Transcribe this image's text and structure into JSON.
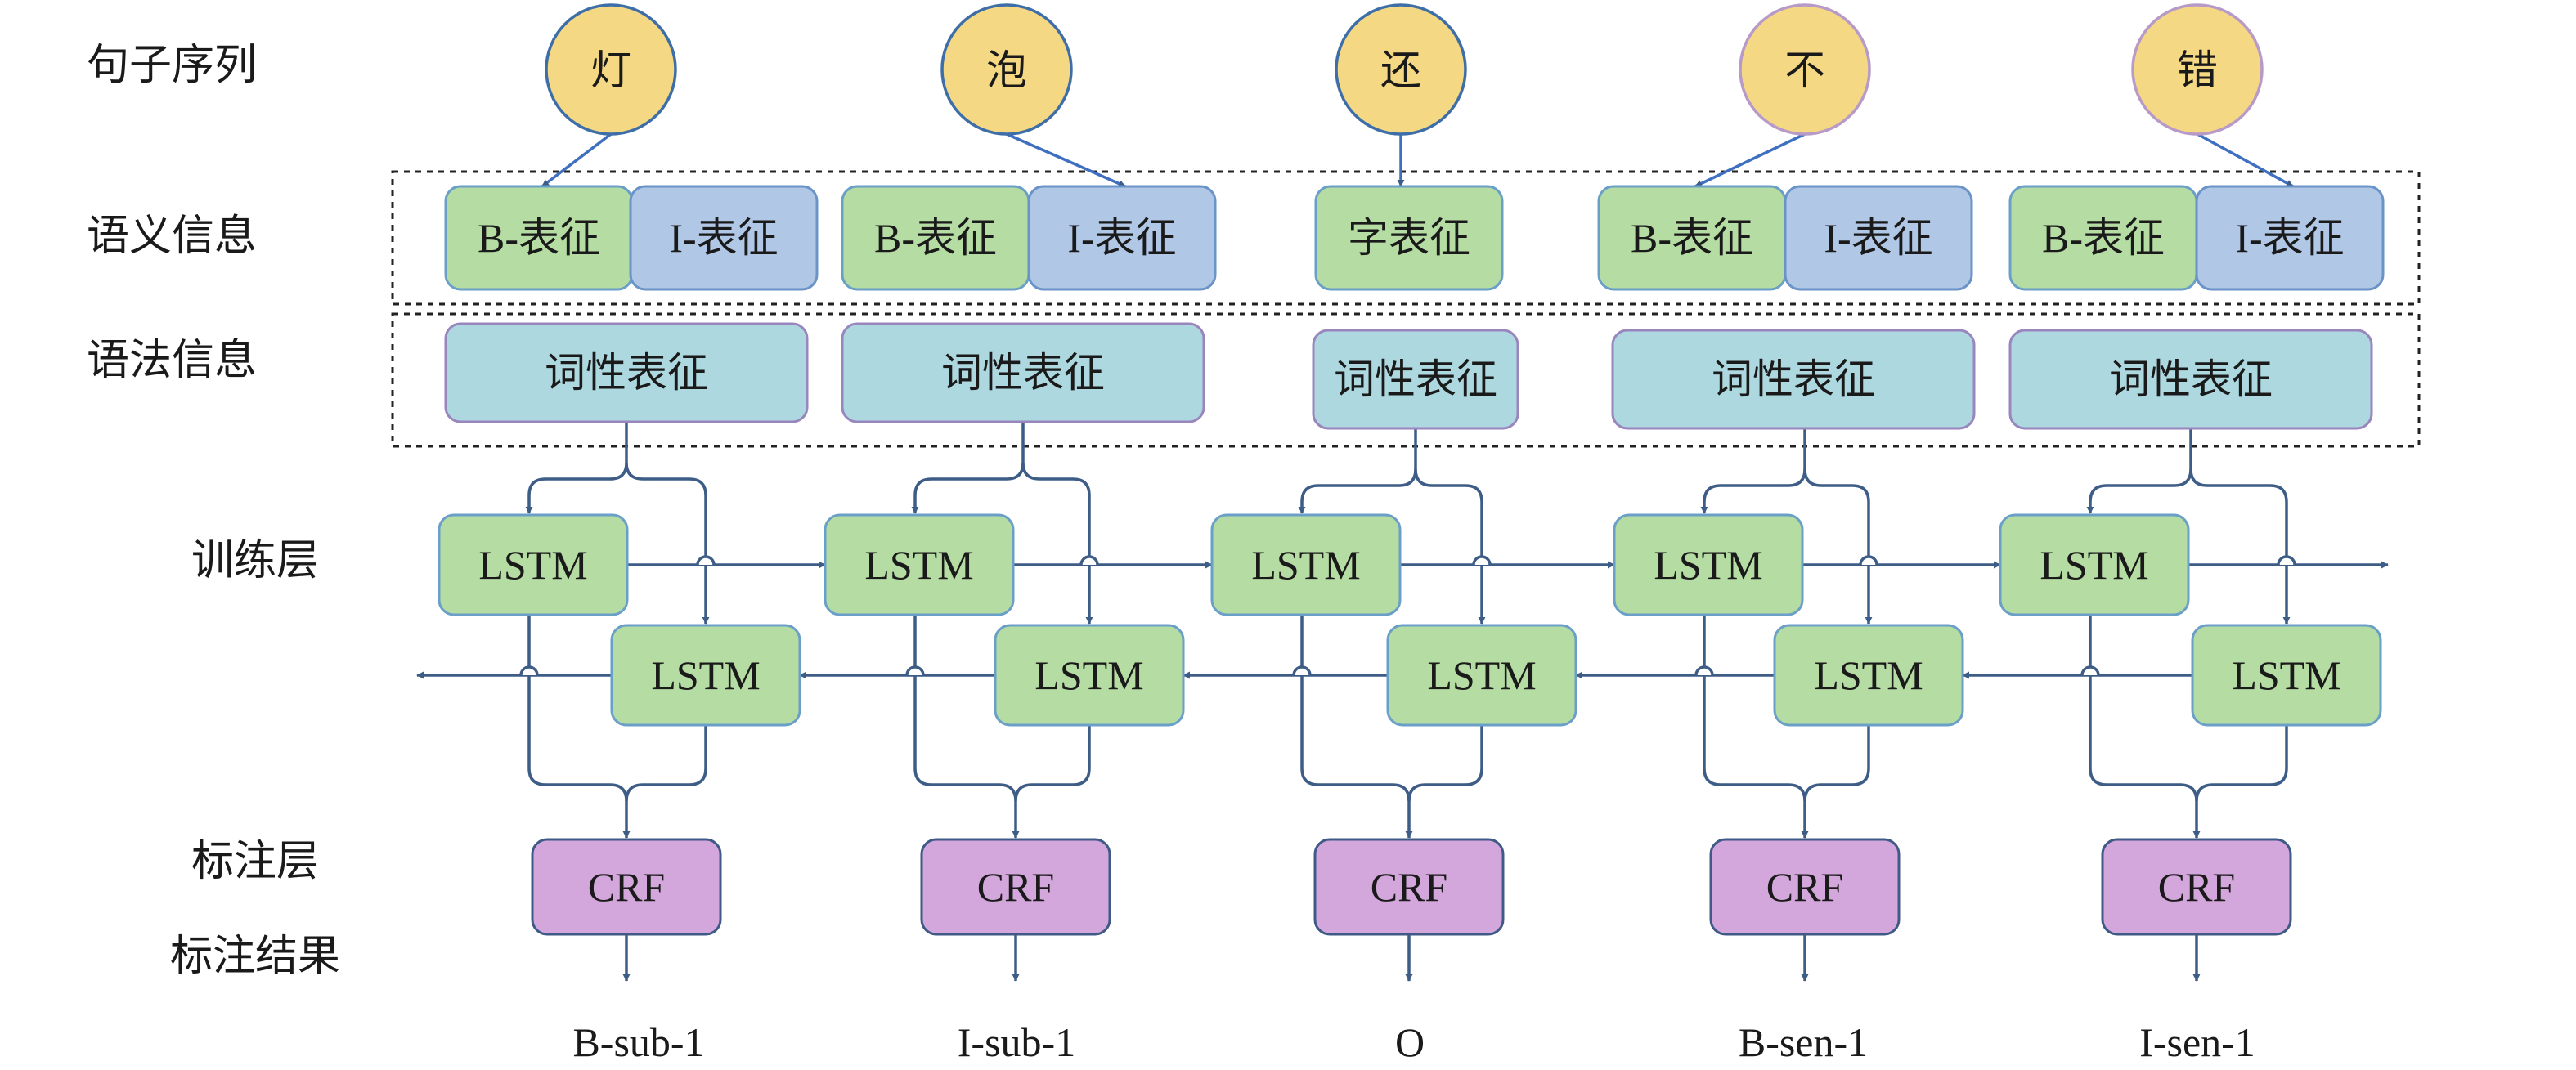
{
  "row_labels": {
    "sentence": "句子序列",
    "semantic": "语义信息",
    "syntax": "语法信息",
    "training": "训练层",
    "tagging": "标注层",
    "result": "标注结果"
  },
  "columns": [
    {
      "char": "灯",
      "semantic": [
        "B-表征",
        "I-表征"
      ],
      "syntax": "词性表征",
      "lstm": "LSTM",
      "crf": "CRF",
      "result": "B-sub-1"
    },
    {
      "char": "泡",
      "semantic": [
        "B-表征",
        "I-表征"
      ],
      "syntax": "词性表征",
      "lstm": "LSTM",
      "crf": "CRF",
      "result": "I-sub-1"
    },
    {
      "char": "还",
      "semantic": [
        "字表征"
      ],
      "syntax": "词性表征",
      "lstm": "LSTM",
      "crf": "CRF",
      "result": "O"
    },
    {
      "char": "不",
      "semantic": [
        "B-表征",
        "I-表征"
      ],
      "syntax": "词性表征",
      "lstm": "LSTM",
      "crf": "CRF",
      "result": "B-sen-1"
    },
    {
      "char": "错",
      "semantic": [
        "B-表征",
        "I-表征"
      ],
      "syntax": "词性表征",
      "lstm": "LSTM",
      "crf": "CRF",
      "result": "I-sen-1"
    }
  ],
  "colors": {
    "char_fill": "#f5d883",
    "char_stroke_strong": "#3d6ea8",
    "char_stroke_soft": "#b79ac8",
    "green_fill": "#b5dca3",
    "green_stroke": "#6a9fc8",
    "blue_fill": "#b0c7e6",
    "blue_stroke": "#6a93c8",
    "teal_fill": "#add8e0",
    "teal_stroke": "#9a86be",
    "crf_fill": "#d4a7dc",
    "crf_stroke": "#3f5a86",
    "arrow": "#3e5d86",
    "arrow_bright": "#3f6fc0",
    "dashed": "#222222"
  }
}
